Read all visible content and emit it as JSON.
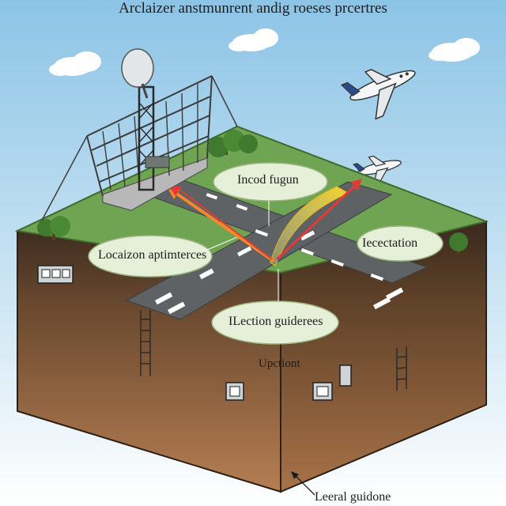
{
  "title": "Arclaizer anstmunrent andig roeses prcertres",
  "labels": {
    "top_center": "Incod fugun",
    "middle_left": "Locaizon aptimterces",
    "middle_right": "Iecectation",
    "bottom_center": "ILection guiderees",
    "ground_label": "Upctiont",
    "footer_callout": "Leeral guidone"
  },
  "colors": {
    "sky_top": "#8cc4e6",
    "sky_bottom": "#ffffff",
    "grass": "#6fa452",
    "runway": "#5f6265",
    "soil_top": "#4a3424",
    "soil_bottom": "#c3895a",
    "arrow_red": "#e53935",
    "arrow_orange": "#f6872b",
    "arrow_yellow": "#f4de3c"
  }
}
